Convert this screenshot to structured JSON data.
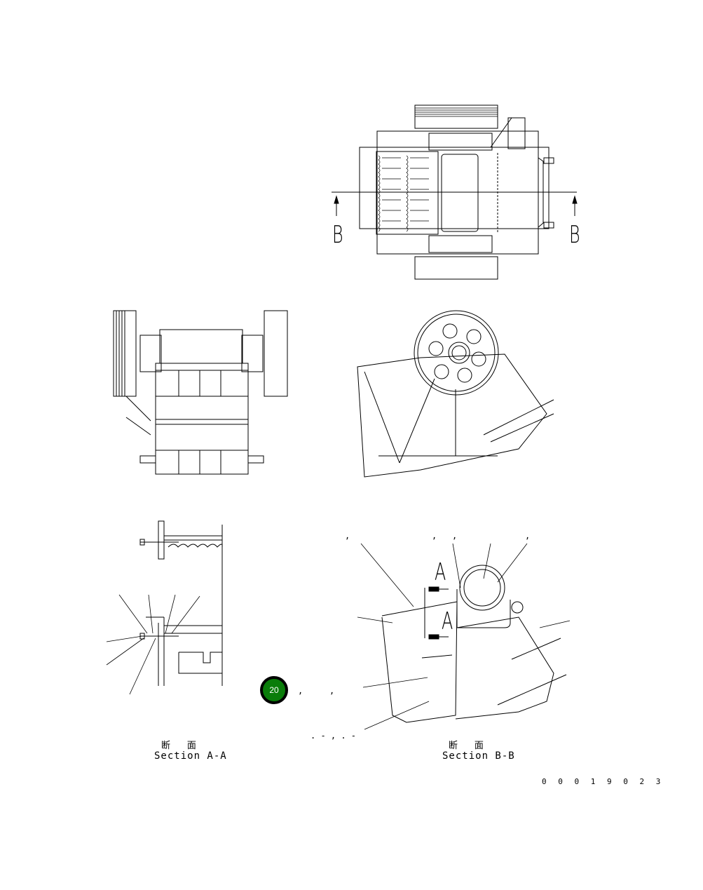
{
  "document": {
    "drawing_number": "0 0 0 1 9 0 2 3"
  },
  "views": {
    "top_view": {
      "cut_mark_left": "B",
      "cut_mark_right": "B"
    },
    "front_view": {},
    "side_view": {},
    "section_a": {
      "caption_jp": "断 面",
      "caption_en": "Section A-A"
    },
    "section_b": {
      "caption_jp": "断 面",
      "caption_en": "Section B-B",
      "cut_mark_upper": "A",
      "cut_mark_lower": "A"
    }
  },
  "callout_badge": {
    "label": "20",
    "color": "#0a7d0a"
  },
  "stray_marks": {
    "near_badge_1": ",",
    "near_badge_2": ",",
    "below_badge": ". - , . -",
    "section_b_top": [
      ",",
      ",",
      ",",
      ","
    ]
  }
}
